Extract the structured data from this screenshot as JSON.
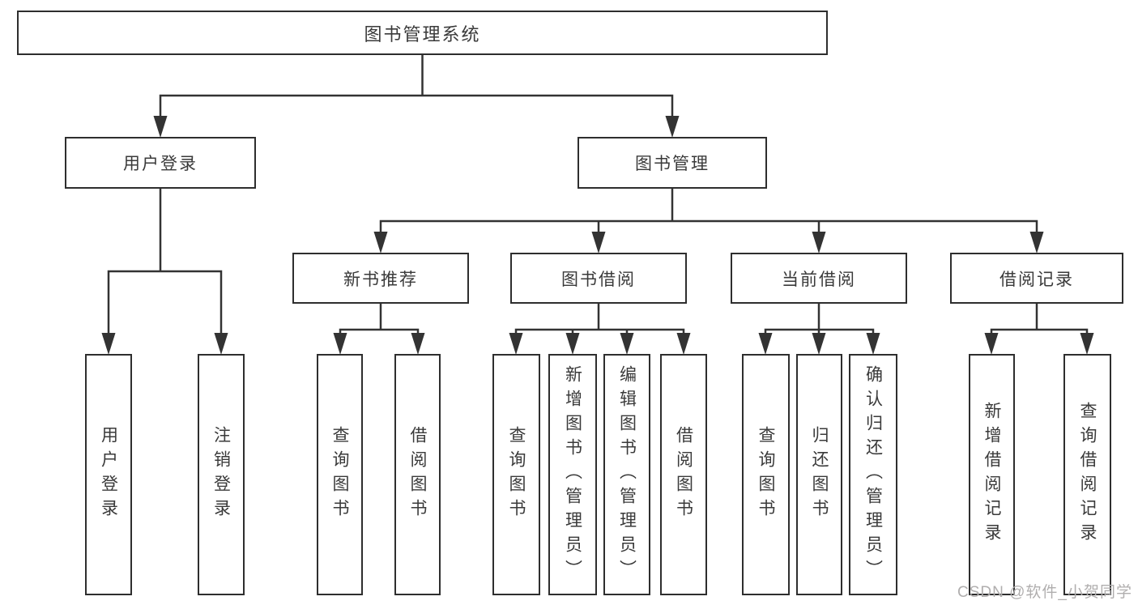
{
  "diagram": {
    "root": {
      "label": "图书管理系统"
    },
    "branches": [
      {
        "label": "用户登录",
        "children": [
          {
            "label": "用户登录"
          },
          {
            "label": "注销登录"
          }
        ]
      },
      {
        "label": "图书管理",
        "children": [
          {
            "label": "新书推荐",
            "children": [
              {
                "label": "查询图书"
              },
              {
                "label": "借阅图书"
              }
            ]
          },
          {
            "label": "图书借阅",
            "children": [
              {
                "label": "查询图书"
              },
              {
                "label": "新增图书（管理员）"
              },
              {
                "label": "编辑图书（管理员）"
              },
              {
                "label": "借阅图书"
              }
            ]
          },
          {
            "label": "当前借阅",
            "children": [
              {
                "label": "查询图书"
              },
              {
                "label": "归还图书"
              },
              {
                "label": "确认归还（管理员）"
              }
            ]
          },
          {
            "label": "借阅记录",
            "children": [
              {
                "label": "新增借阅记录"
              },
              {
                "label": "查询借阅记录"
              }
            ]
          }
        ]
      }
    ]
  },
  "watermark": {
    "text": "CSDN @软件_小贺同学"
  },
  "colors": {
    "line": "#333333",
    "box_border": "#2e2e2e",
    "text": "#3a3a3a",
    "watermark": "#b0aeae",
    "background": "#ffffff"
  }
}
